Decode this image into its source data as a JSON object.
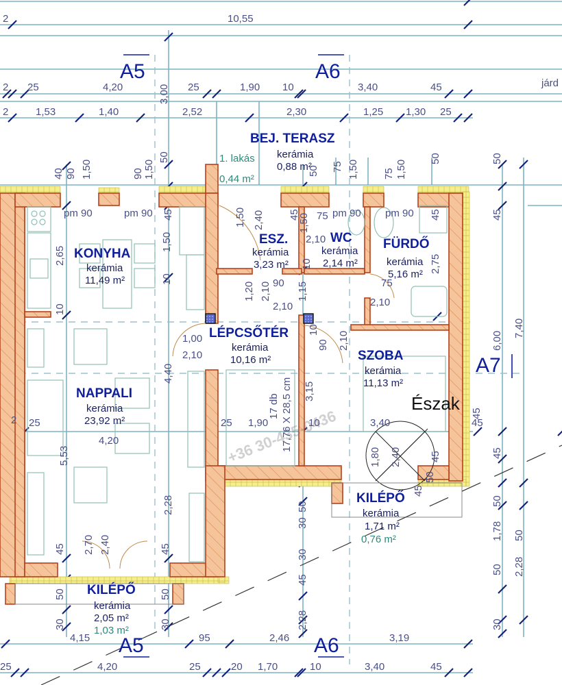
{
  "colors": {
    "dimension_line": "#7fb3c4",
    "tick": "#13237a",
    "wall_fill": "#f6c49a",
    "wall_stroke": "#b5401c",
    "insulation": "#f5ee8c",
    "room_label": "#0f1f9c",
    "green_area": "#2e8a7a"
  },
  "axes": {
    "top": [
      "A5",
      "A6"
    ],
    "bottom": [
      "A5",
      "A6"
    ],
    "right": "A7"
  },
  "north_label": "Észak",
  "watermark": "+36 30-435-0436",
  "rooms": {
    "terrace": {
      "name": "BEJ. TERASZ",
      "floor": "kerámia",
      "area": "0,88 m²",
      "unit_tag": "1. lakás",
      "extra_area": "0,44 m²"
    },
    "kitchen": {
      "name": "KONYHA",
      "floor": "kerámia",
      "area": "11,49 m²"
    },
    "pantry": {
      "name": "ESZ.",
      "floor": "kerámia",
      "area": "3,23 m²"
    },
    "wc": {
      "name": "WC",
      "floor": "kerámia",
      "area": "2,14 m²"
    },
    "bathroom": {
      "name": "FÜRDŐ",
      "floor": "kerámia",
      "area": "5,16 m²"
    },
    "living": {
      "name": "NAPPALI",
      "floor": "kerámia",
      "area": "23,92 m²"
    },
    "stairwell": {
      "name": "LÉPCSŐTÉR",
      "floor": "kerámia",
      "area": "10,16 m²",
      "stair_count": "17 db",
      "stair_size": "17,76 X 28,5 cm"
    },
    "bedroom": {
      "name": "SZOBA",
      "floor": "kerámia",
      "area": "11,13 m²"
    },
    "balcony_right": {
      "name": "KILÉPŐ",
      "floor": "kerámia",
      "area": "1,71 m²",
      "extra_area": "0,76 m²"
    },
    "balcony_left": {
      "name": "KILÉPŐ",
      "floor": "kerámia",
      "area": "2,05 m²",
      "extra_area": "1,03 m²"
    }
  },
  "dimensions": {
    "top_overall": [
      "2",
      "10,55"
    ],
    "top_row1": [
      "2",
      "25",
      "4,20",
      "25",
      "1,90",
      "10",
      "3,40",
      "45"
    ],
    "top_row2": [
      "2",
      "1,53",
      "1,40",
      "2,52",
      "2,30",
      "1,25",
      "1,30",
      "25"
    ],
    "top_row1_label": "járd",
    "top_misc": [
      "3,00"
    ],
    "window_marks": [
      "40",
      "90",
      "1,50",
      "90",
      "1,50",
      "50",
      "50",
      "75",
      "1,50",
      "75",
      "1,50",
      "50"
    ],
    "pm_marks": [
      "pm 90",
      "pm 90",
      "pm 90",
      "pm 90"
    ],
    "interior": [
      "45",
      "1,50",
      "10",
      "2,65",
      "10",
      "1,50",
      "2,40",
      "45",
      "1,50",
      "75",
      "2,10",
      "1,20",
      "2,10",
      "90",
      "2,10",
      "1,15",
      "10",
      "2,75",
      "75",
      "2,10",
      "45",
      "1,00",
      "2,10",
      "4,40",
      "90",
      "2,10",
      "10",
      "3,15",
      "5,53",
      "2",
      "25",
      "4,20",
      "25",
      "1,90",
      "10",
      "3,40",
      "45",
      "1,80",
      "2,40",
      "45",
      "2,28",
      "45",
      "2,70",
      "2,40",
      "45",
      "45",
      "50",
      "30",
      "50",
      "30",
      "50",
      "30",
      "45",
      "2,28",
      "50",
      "30"
    ],
    "right_col1": [
      "50",
      "45",
      "6,00",
      "45",
      "45",
      "50",
      "1,78",
      "50",
      "30"
    ],
    "right_col2": [
      "7,40",
      "50",
      "2,28"
    ],
    "bottom_row1": [
      "4,15",
      "95",
      "2,46",
      "3,19"
    ],
    "bottom_row2": [
      "25",
      "4,20",
      "25",
      "20",
      "1,70",
      "10",
      "3,40",
      "45"
    ]
  }
}
